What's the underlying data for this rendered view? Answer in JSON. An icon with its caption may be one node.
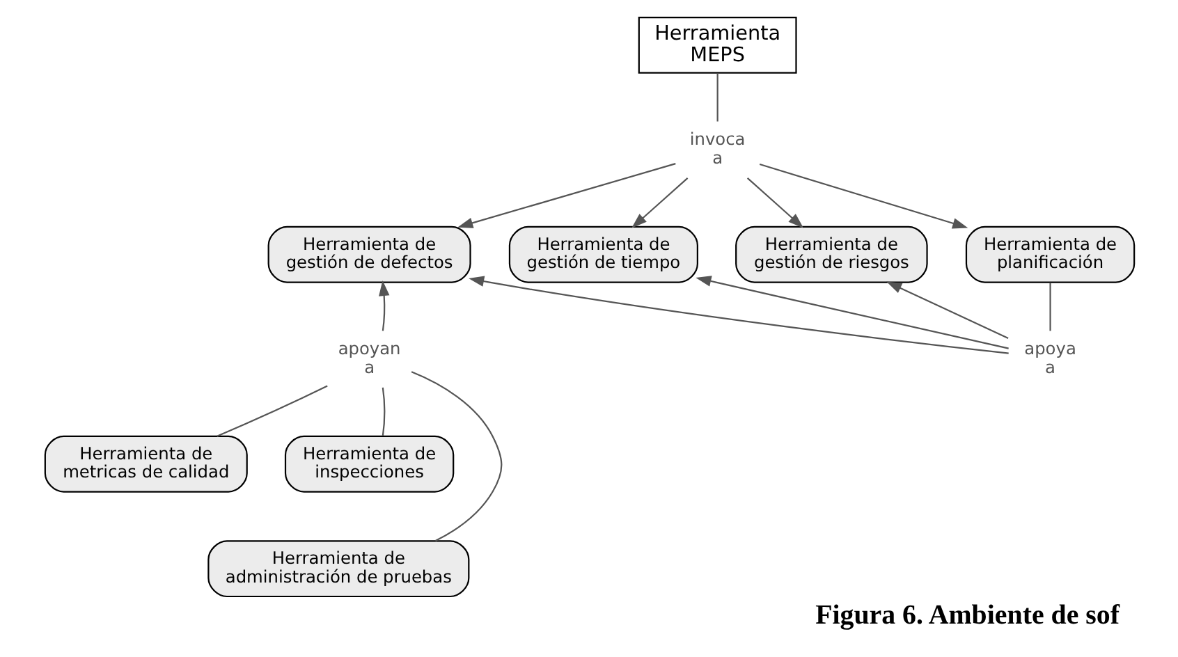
{
  "diagram": {
    "caption": "Figura 6. Ambiente de sof",
    "nodes": [
      {
        "text": [
          "Herramienta MEPS"
        ]
      },
      {
        "text": [
          "invoca a"
        ]
      },
      {
        "text": [
          "Herramienta de gestión de defectos"
        ]
      },
      {
        "text": [
          "Herramienta de gestión de tiempo"
        ]
      },
      {
        "text": [
          "Herramienta de gestión de riesgos"
        ]
      },
      {
        "text": [
          "Herramienta de planificación"
        ]
      },
      {
        "text": [
          "apoya a"
        ]
      },
      {
        "text": [
          "apoyan a"
        ]
      },
      {
        "text": [
          "Herramienta de metricas de calidad"
        ]
      },
      {
        "text": [
          "Herramienta de inspecciones"
        ]
      },
      {
        "text": [
          "Herramienta de administración de pruebas"
        ]
      }
    ],
    "edges": [
      {
        "from": 0,
        "to": 1,
        "arrow": "none"
      },
      {
        "from": 1,
        "to": 2,
        "arrow": "to"
      },
      {
        "from": 1,
        "to": 3,
        "arrow": "to"
      },
      {
        "from": 1,
        "to": 4,
        "arrow": "to"
      },
      {
        "from": 1,
        "to": 5,
        "arrow": "to"
      },
      {
        "from": 5,
        "to": 6,
        "arrow": "none"
      },
      {
        "from": 6,
        "to": 2,
        "arrow": "to"
      },
      {
        "from": 6,
        "to": 3,
        "arrow": "to"
      },
      {
        "from": 6,
        "to": 4,
        "arrow": "to"
      },
      {
        "from": 8,
        "to": 7,
        "arrow": "none"
      },
      {
        "from": 9,
        "to": 7,
        "arrow": "none"
      },
      {
        "from": 10,
        "to": 7,
        "arrow": "none"
      },
      {
        "from": 7,
        "to": 2,
        "arrow": "to"
      }
    ]
  }
}
